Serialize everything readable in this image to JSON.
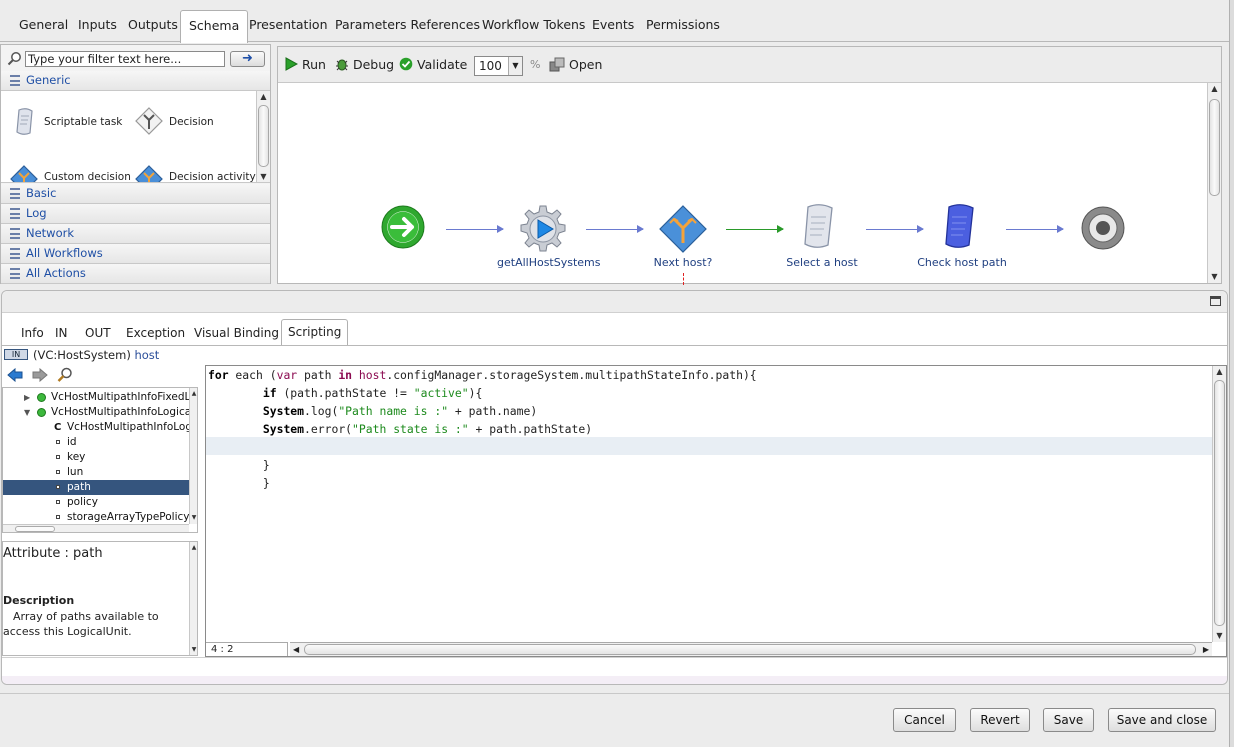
{
  "top_tabs": [
    {
      "label": "General"
    },
    {
      "label": "Inputs"
    },
    {
      "label": "Outputs"
    },
    {
      "label": "Schema"
    },
    {
      "label": "Presentation"
    },
    {
      "label": "Parameters References"
    },
    {
      "label": "Workflow Tokens"
    },
    {
      "label": "Events"
    },
    {
      "label": "Permissions"
    }
  ],
  "palette": {
    "filter_placeholder": "Type your filter text here...",
    "filter_go_icon": "arrow-right-icon",
    "generic_label": "Generic",
    "generic_items": [
      "Scriptable task",
      "Decision",
      "Custom decision",
      "Decision activity"
    ],
    "categories": [
      "Basic",
      "Log",
      "Network",
      "All Workflows",
      "All Actions"
    ]
  },
  "toolbar": {
    "run": "Run",
    "debug": "Debug",
    "validate": "Validate",
    "zoom": "100",
    "zoom_unit": "%",
    "open": "Open"
  },
  "workflow": {
    "nodes": [
      "getAllHostSystems",
      "Next host?",
      "Select a host",
      "Check host path"
    ]
  },
  "editor": {
    "tabs": [
      "Info",
      "IN",
      "OUT",
      "Exception",
      "Visual Binding",
      "Scripting"
    ],
    "binding_badge": "IN",
    "binding_type": "(VC:HostSystem)",
    "binding_name": "host",
    "tree": [
      "VcHostMultipathInfoFixedLogicalUnitPolicy",
      "VcHostMultipathInfoLogicalUnit",
      "VcHostMultipathInfoLogicalUnit",
      "id",
      "key",
      "lun",
      "path",
      "policy",
      "storageArrayTypePolicy"
    ],
    "tree_class_marker": "C",
    "attribute": "Attribute : path",
    "description_title": "Description",
    "description": "Array of paths available to access this LogicalUnit.",
    "code": {
      "l1_for": "for",
      "l1_each": " each (",
      "l1_var": "var",
      "l1_a": " path ",
      "l1_in": "in",
      "l1_b": " ",
      "l1_host": "host",
      "l1_c": ".configManager.storageSystem.multipathStateInfo.path){",
      "l2_pad": "        ",
      "l2_if": "if",
      "l2_a": " (path.pathState != ",
      "l2_str": "\"active\"",
      "l2_b": "){",
      "l3_pad": "        ",
      "l3_sys": "System",
      "l3_a": ".log(",
      "l3_str": "\"Path name is :\"",
      "l3_b": " + path.name)",
      "l4_pad": "        ",
      "l4_sys": "System",
      "l4_a": ".error(",
      "l4_str": "\"Path state is :\"",
      "l4_b": " + path.pathState)",
      "l6": "        }",
      "l7": "        }"
    },
    "cursor_pos": "4 : 2"
  },
  "footer": {
    "cancel": "Cancel",
    "revert": "Revert",
    "save": "Save",
    "save_close": "Save and close"
  }
}
